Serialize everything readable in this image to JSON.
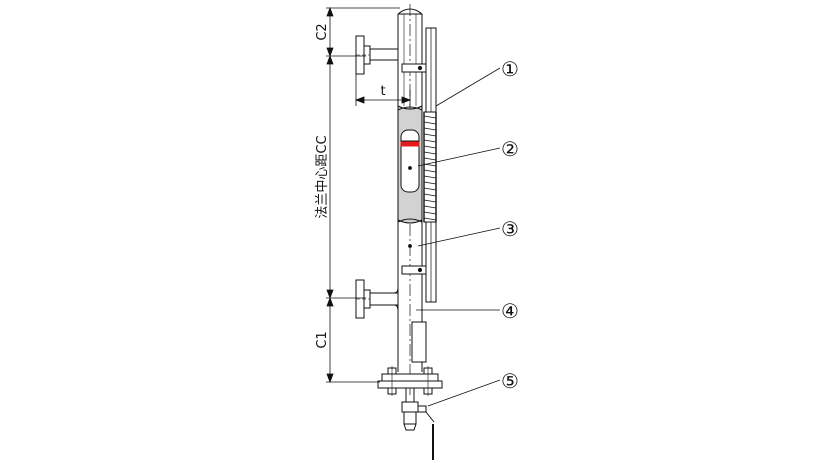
{
  "dimensions": {
    "c2": "C2",
    "cc": "法兰中心距CC",
    "c1": "C1",
    "t": "t"
  },
  "callouts": [
    {
      "label": "①"
    },
    {
      "label": "②"
    },
    {
      "label": "③"
    },
    {
      "label": "④"
    },
    {
      "label": "⑤"
    }
  ],
  "colors": {
    "line": "#111111",
    "glass_fill": "#d2d2d2",
    "float_marker": "#e31b1b",
    "background": "#ffffff"
  }
}
